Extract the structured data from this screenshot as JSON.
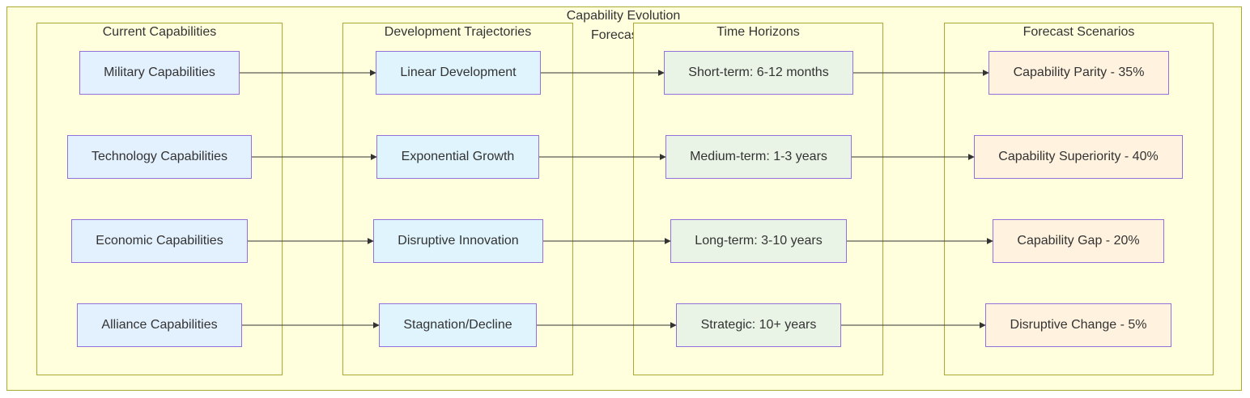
{
  "title": "Capability Evolution",
  "subtitle_partial": "Forecas",
  "colors": {
    "background": "#ffffde",
    "cluster_border": "#aaaa33",
    "node_border": "#9370db",
    "current_fill": "#e3f0fd",
    "trajectory_fill": "#dff4fd",
    "horizon_fill": "#e9f4e6",
    "scenario_fill": "#fff2df",
    "edge": "#333333"
  },
  "clusters": {
    "current": {
      "title": "Current Capabilities",
      "nodes": [
        "Military Capabilities",
        "Technology Capabilities",
        "Economic Capabilities",
        "Alliance Capabilities"
      ]
    },
    "trajectories": {
      "title": "Development Trajectories",
      "nodes": [
        "Linear Development",
        "Exponential Growth",
        "Disruptive Innovation",
        "Stagnation/Decline"
      ]
    },
    "horizons": {
      "title": "Time Horizons",
      "nodes": [
        "Short-term: 6-12 months",
        "Medium-term: 1-3 years",
        "Long-term: 3-10 years",
        "Strategic: 10+ years"
      ]
    },
    "scenarios": {
      "title": "Forecast Scenarios",
      "nodes": [
        "Capability Parity - 35%",
        "Capability Superiority - 40%",
        "Capability Gap - 20%",
        "Disruptive Change - 5%"
      ]
    }
  }
}
